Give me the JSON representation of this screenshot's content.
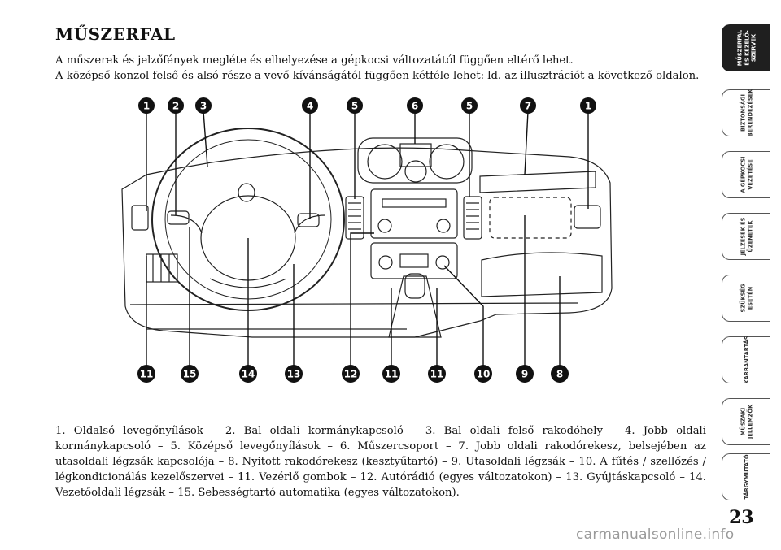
{
  "page": {
    "title": "MŰSZERFAL",
    "intro": [
      "A műszerek és jelzőfények megléte és elhelyezése a gépkocsi változatától függően eltérő lehet.",
      "A középső konzol felső és alsó része a vevő kívánságától függően kétféle lehet: ld. az illusztrációt a következő oldalon."
    ],
    "caption": "1. Oldalsó levegőnyílások – 2. Bal oldali kormánykapcsoló – 3. Bal oldali felső rakodóhely – 4. Jobb oldali kormánykapcsoló – 5. Középső levegőnyílások – 6. Műszercsoport – 7. Jobb oldali rakodórekesz, belsejében az utasoldali légzsák kapcsolója – 8. Nyitott rakodórekesz (kesztyűtartó) – 9. Utasoldali légzsák – 10. A fűtés / szellőzés / légkondicionálás kezelőszervei – 11. Vezérlő gombok – 12. Autórádió (egyes változatokon) – 13. Gyújtáskapcsoló – 14. Vezetőoldali légzsák – 15. Sebességtartó automatika (egyes változatokon).",
    "page_number": "23",
    "watermark": "carmanualsonline.info"
  },
  "figure": {
    "top_callouts": [
      "1",
      "2",
      "3",
      "4",
      "5",
      "6",
      "5",
      "7",
      "1"
    ],
    "bottom_callouts": [
      "11",
      "15",
      "14",
      "13",
      "12",
      "11",
      "11",
      "10",
      "9",
      "8"
    ]
  },
  "tabs": [
    {
      "label": "MŰSZERFAL\nÉS KEZELŐ-\nSZERVEK",
      "active": true
    },
    {
      "label": "BIZTONSÁGI\nBERENDEZÉSEK",
      "active": false
    },
    {
      "label": "A GÉPKOCSI\nVEZETÉSE",
      "active": false
    },
    {
      "label": "JELZÉSEK ÉS\nÜZENETEK",
      "active": false
    },
    {
      "label": "SZÜKSÉG\nESETÉN",
      "active": false
    },
    {
      "label": "KARBANTARTÁS",
      "active": false
    },
    {
      "label": "MŰSZAKI\nJELLEMZŐK",
      "active": false
    },
    {
      "label": "TÁRGYMUTATÓ",
      "active": false
    }
  ]
}
